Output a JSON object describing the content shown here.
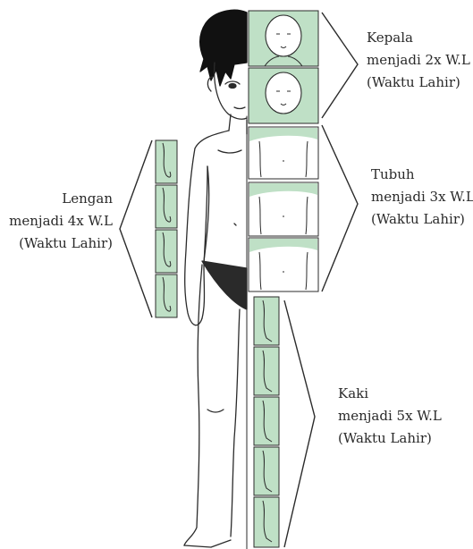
{
  "labels": {
    "kepala": {
      "line1": "Kepala",
      "line2": "menjadi 2x W.L",
      "line3": "(Waktu Lahir)"
    },
    "tubuh": {
      "line1": "Tubuh",
      "line2": "menjadi 3x W.L",
      "line3": "(Waktu Lahir)"
    },
    "lengan": {
      "line1": "Lengan",
      "line2": "menjadi 4x W.L",
      "line3": "(Waktu Lahir)"
    },
    "kaki": {
      "line1": "Kaki",
      "line2": "menjadi 5x W.L",
      "line3": "(Waktu Lahir)"
    }
  },
  "colors": {
    "panel_green": "#bfe0c6",
    "line": "#2b2b2b",
    "hair": "#111111",
    "brief": "#2a2a2a"
  },
  "icons": {
    "person": "figure-outline",
    "head_panels": "infant-head-icon",
    "arm_panels": "infant-arm-icon",
    "torso_panels": "infant-torso-icon",
    "leg_panels": "infant-leg-icon"
  }
}
